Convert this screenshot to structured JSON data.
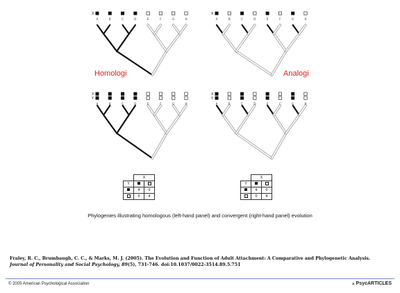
{
  "panels": {
    "homology_label": "Homologi",
    "analogy_label": "Analogi"
  },
  "tree": {
    "tips": [
      "A",
      "B",
      "C",
      "D",
      "E",
      "F",
      "G",
      "H"
    ],
    "trait_labels": [
      "X",
      "Y"
    ]
  },
  "matrices": {
    "left": {
      "header": "X",
      "row_label": "Y",
      "rows": [
        [
          "4",
          "0"
        ],
        [
          "0",
          "4"
        ]
      ]
    },
    "right": {
      "header": "X",
      "row_label": "Y",
      "rows": [
        [
          "4",
          "0"
        ],
        [
          "0",
          "4"
        ]
      ]
    }
  },
  "caption": "Phylogenies illustrating homologous (left-hand panel) and convergent (right-hand panel) evolution",
  "citation": {
    "authors_title": "Fraley, R. C., Brumbaugh, C. C., & Marks, M. J. (2005). The Evolution and Function of Adult Attachment: A Comparative and Phylogenetic Analysis.",
    "journal": "Journal of Personality and Social Psychology, 89",
    "rest": "(5), 731-746. doi:10.1037/0022-3514.89.5.751"
  },
  "footer": {
    "copyright": "© 2005 American Psychological Association",
    "brand": "PsycARTICLES"
  },
  "colors": {
    "label_red": "#e8191b",
    "rule_blue": "#6b8fd6",
    "black_lineage": "#111111",
    "grey_lineage": "#bdbdbd"
  }
}
